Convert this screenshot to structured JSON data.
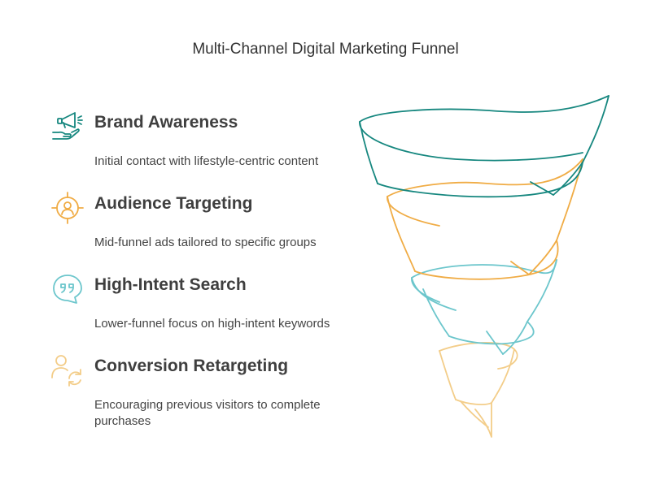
{
  "title": "Multi-Channel Digital Marketing Funnel",
  "colors": {
    "teal": "#16877f",
    "orange": "#f0ac45",
    "cyan": "#6cc6cc",
    "peach": "#f3cd89"
  },
  "stages": [
    {
      "heading": "Brand Awareness",
      "description": "Initial contact with lifestyle-centric content",
      "icon": "megaphone-hand-icon",
      "color": "#16877f"
    },
    {
      "heading": "Audience Targeting",
      "description": "Mid-funnel ads tailored to specific groups",
      "icon": "target-user-icon",
      "color": "#f0ac45"
    },
    {
      "heading": "High-Intent Search",
      "description": "Lower-funnel focus on high-intent keywords",
      "icon": "quote-bubble-icon",
      "color": "#6cc6cc"
    },
    {
      "heading": "Conversion Retargeting",
      "description": "Encouraging previous visitors to complete purchases",
      "icon": "user-refresh-icon",
      "color": "#f3cd89"
    }
  ]
}
